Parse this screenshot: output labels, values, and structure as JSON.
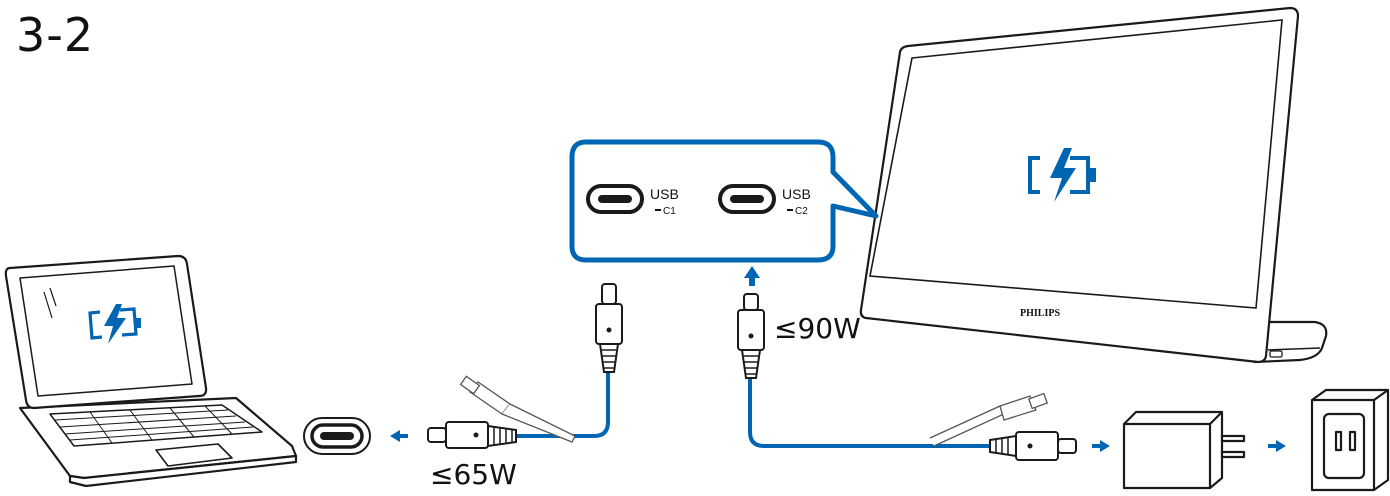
{
  "step_label": "3-2",
  "ports": {
    "port1": {
      "name": "USB",
      "sub": "C1"
    },
    "port2": {
      "name": "USB",
      "sub": "C2"
    }
  },
  "power": {
    "laptop_output": "≤65W",
    "adapter_input": "≤90W"
  },
  "monitor": {
    "brand": "PHILIPS"
  },
  "colors": {
    "accent_blue": "#0066b3",
    "outline": "#1a1a1a"
  },
  "icons": [
    "battery-charging-icon",
    "usb-c-port-icon",
    "arrow-icon",
    "power-outlet-icon",
    "power-adapter-icon"
  ]
}
